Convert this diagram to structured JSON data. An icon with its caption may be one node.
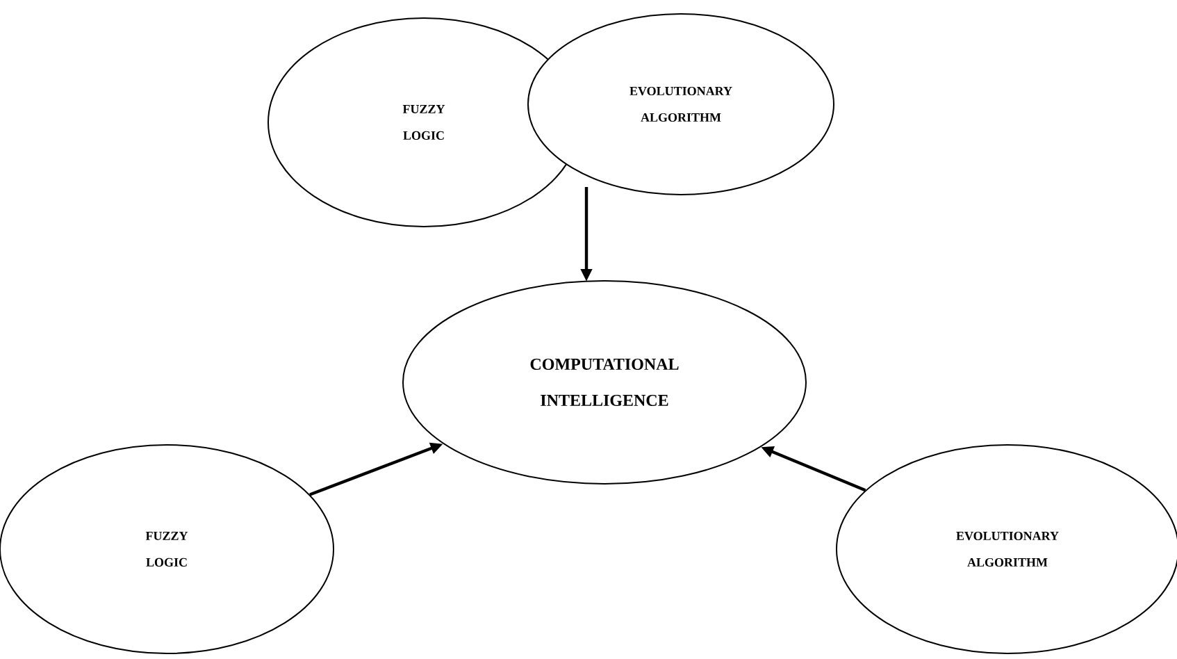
{
  "diagram": {
    "nodes": [
      {
        "text": [
          "FUZZY LOGIC"
        ]
      },
      {
        "text": [
          "EVOLUTIONARY ALGORITHM"
        ]
      },
      {
        "text": [
          "COMPUTATIONAL INTELLIGENCE"
        ]
      },
      {
        "text": [
          "FUZZY LOGIC"
        ]
      },
      {
        "text": [
          "EVOLUTIONARY ALGORITHM"
        ]
      }
    ],
    "edges": [
      {
        "from": 1,
        "to": 2,
        "arrow": "to"
      },
      {
        "from": 3,
        "to": 2,
        "arrow": "to"
      },
      {
        "from": 4,
        "to": 2,
        "arrow": "to"
      }
    ]
  }
}
